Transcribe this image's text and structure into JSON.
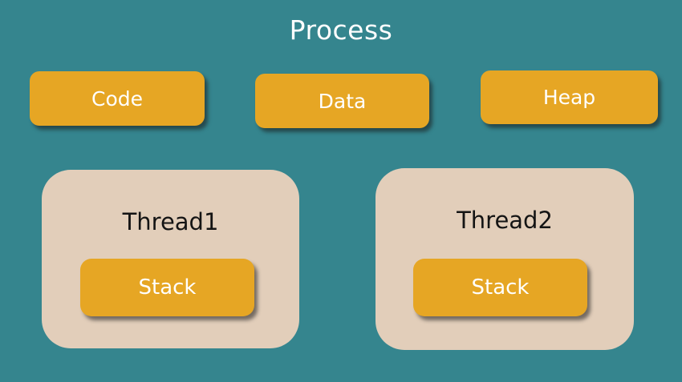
{
  "diagram": {
    "title": "Process",
    "segments": [
      {
        "label": "Code"
      },
      {
        "label": "Data"
      },
      {
        "label": "Heap"
      }
    ],
    "threads": [
      {
        "label": "Thread1",
        "stack_label": "Stack"
      },
      {
        "label": "Thread2",
        "stack_label": "Stack"
      }
    ],
    "colors": {
      "background": "#35858E",
      "box_orange": "#E6A624",
      "thread_background": "#E2CEBA",
      "title_text": "#FFFFFF",
      "box_text": "#FFFFFF",
      "thread_text": "#141414"
    }
  }
}
